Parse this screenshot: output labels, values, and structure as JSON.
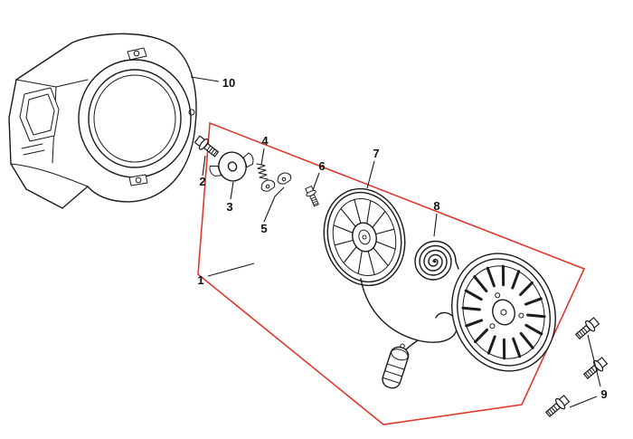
{
  "diagram": {
    "background": "#ffffff",
    "line_color": "#1a1a1a",
    "highlight_color": "#e0382e",
    "callouts": {
      "c1": "1",
      "c2": "2",
      "c3": "3",
      "c4": "4",
      "c5": "5",
      "c6": "6",
      "c7": "7",
      "c8": "8",
      "c9": "9",
      "c10": "10"
    }
  }
}
